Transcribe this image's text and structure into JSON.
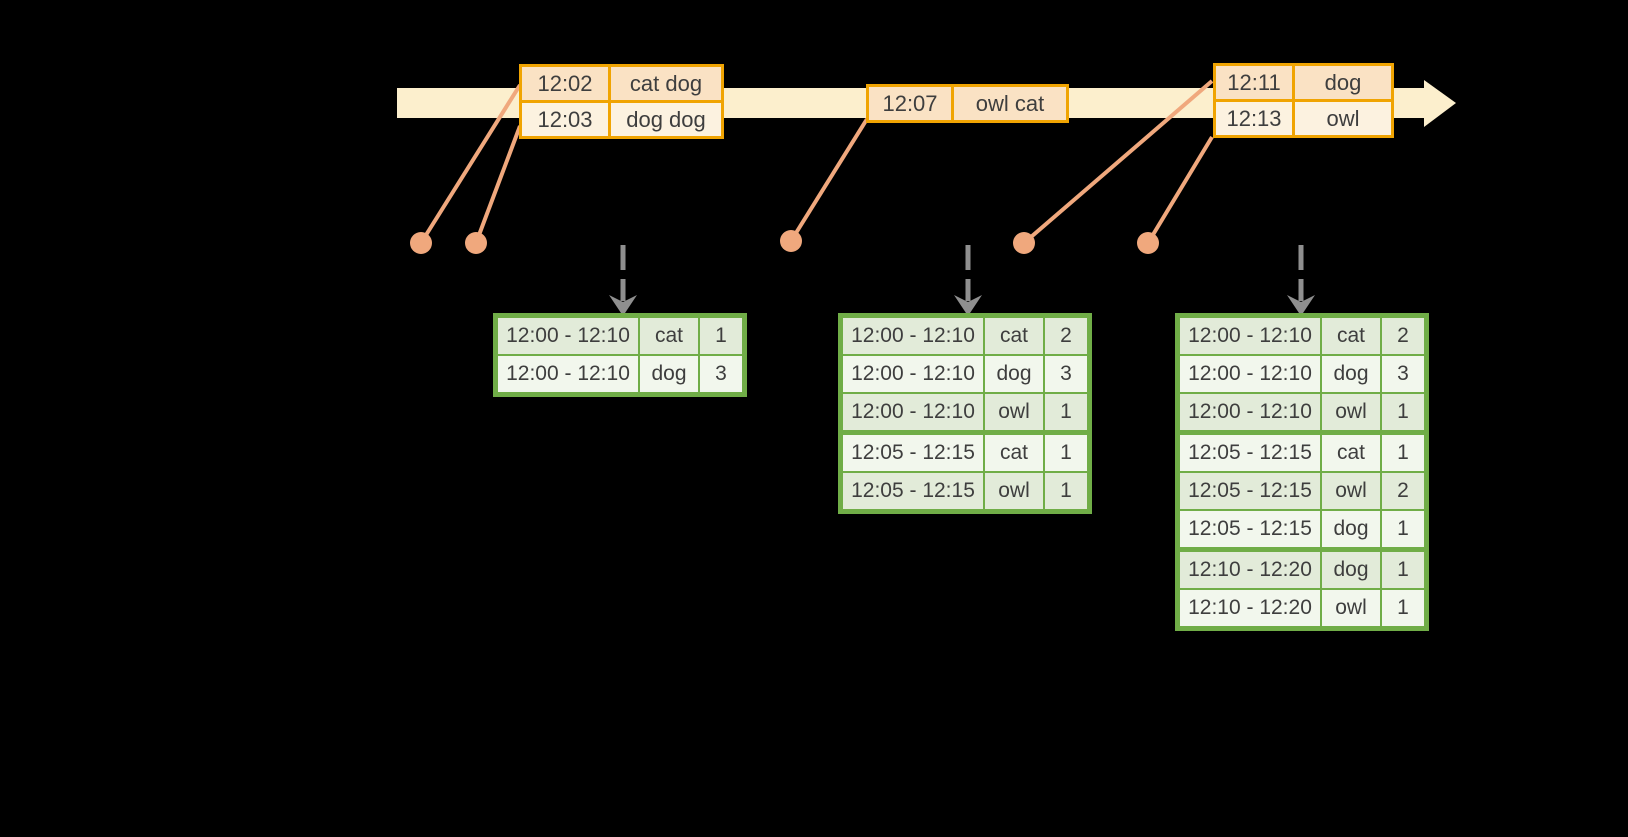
{
  "colors": {
    "background": "#000000",
    "timeline_fill": "#FCEFCD",
    "event_table_border": "#F0A402",
    "event_row_peach": "#FAE2C4",
    "event_row_cream": "#FCF2E0",
    "connector_salmon": "#F0A87D",
    "result_table_border": "#70AD47",
    "result_row_green": "#E2EBD9",
    "result_row_light": "#F2F7ED",
    "trigger_arrow_gray": "#8F8F8F",
    "text": "#3E3E3E"
  },
  "event_tables": [
    {
      "rows": [
        {
          "time": "12:02",
          "words": "cat dog"
        },
        {
          "time": "12:03",
          "words": "dog dog"
        }
      ]
    },
    {
      "rows": [
        {
          "time": "12:07",
          "words": "owl cat"
        }
      ]
    },
    {
      "rows": [
        {
          "time": "12:11",
          "words": "dog"
        },
        {
          "time": "12:13",
          "words": "owl"
        }
      ]
    }
  ],
  "result_tables": [
    {
      "rows": [
        {
          "window": "12:00 - 12:10",
          "word": "cat",
          "count": "1"
        },
        {
          "window": "12:00 - 12:10",
          "word": "dog",
          "count": "3"
        }
      ]
    },
    {
      "rows": [
        {
          "window": "12:00 - 12:10",
          "word": "cat",
          "count": "2"
        },
        {
          "window": "12:00 - 12:10",
          "word": "dog",
          "count": "3"
        },
        {
          "window": "12:00 - 12:10",
          "word": "owl",
          "count": "1"
        },
        {
          "window": "12:05 - 12:15",
          "word": "cat",
          "count": "1"
        },
        {
          "window": "12:05 - 12:15",
          "word": "owl",
          "count": "1"
        }
      ]
    },
    {
      "rows": [
        {
          "window": "12:00 - 12:10",
          "word": "cat",
          "count": "2"
        },
        {
          "window": "12:00 - 12:10",
          "word": "dog",
          "count": "3"
        },
        {
          "window": "12:00 - 12:10",
          "word": "owl",
          "count": "1"
        },
        {
          "window": "12:05 - 12:15",
          "word": "cat",
          "count": "1"
        },
        {
          "window": "12:05 - 12:15",
          "word": "owl",
          "count": "2"
        },
        {
          "window": "12:05 - 12:15",
          "word": "dog",
          "count": "1"
        },
        {
          "window": "12:10 - 12:20",
          "word": "dog",
          "count": "1"
        },
        {
          "window": "12:10 - 12:20",
          "word": "owl",
          "count": "1"
        }
      ]
    }
  ]
}
